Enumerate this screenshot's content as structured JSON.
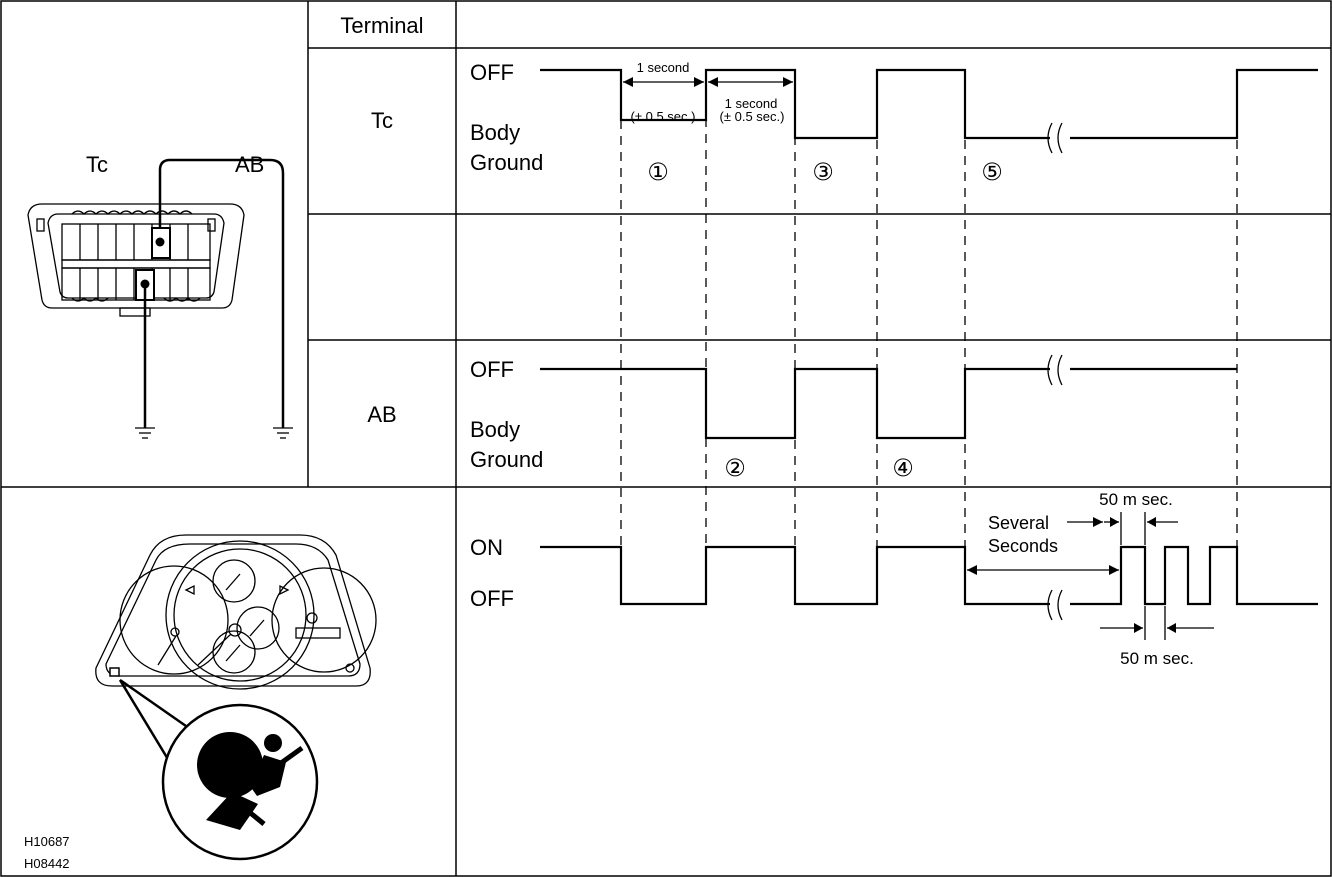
{
  "header": {
    "terminal": "Terminal"
  },
  "connector": {
    "tc_label": "Tc",
    "ab_label": "AB"
  },
  "rows": {
    "tc": {
      "name": "Tc",
      "off": "OFF",
      "ground_line1": "Body",
      "ground_line2": "Ground"
    },
    "ab": {
      "name": "AB",
      "off": "OFF",
      "ground_line1": "Body",
      "ground_line2": "Ground"
    },
    "lamp": {
      "on": "ON",
      "off": "OFF"
    }
  },
  "steps": [
    "①",
    "②",
    "③",
    "④",
    "⑤"
  ],
  "annotations": {
    "one_second_a": "1 second",
    "tolerance_a": "(± 0.5 sec.)",
    "one_second_b": "1 second",
    "tolerance_b": "(± 0.5 sec.)",
    "several_line1": "Several",
    "several_line2": "Seconds",
    "ms_top": "50 m sec.",
    "ms_bottom": "50 m sec."
  },
  "figure_codes": [
    "H10687",
    "H08442"
  ],
  "icons": [
    "connector-icon",
    "ground-symbol-icon",
    "instrument-cluster-icon",
    "airbag-warning-icon"
  ]
}
